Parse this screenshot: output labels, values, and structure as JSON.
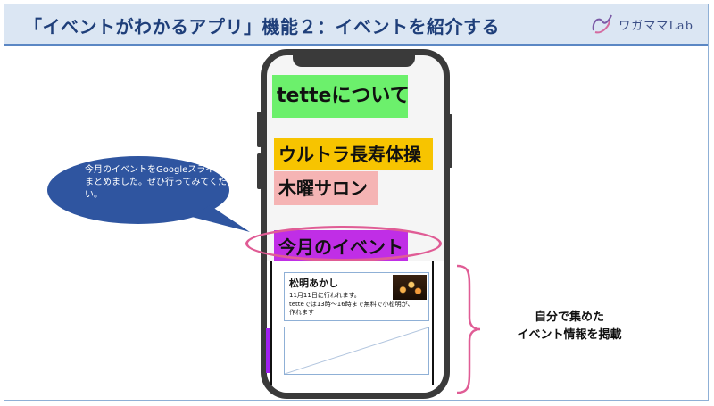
{
  "slide": {
    "title": "「イベントがわかるアプリ」機能２：イベントを紹介する",
    "logo_text": "ワガママLab"
  },
  "phone": {
    "tags": {
      "tette": "tetteについて",
      "ultra": "ウルトラ長寿体操",
      "mokuyo": "木曜サロン",
      "event": "今月のイベント"
    },
    "event_card": {
      "title": "松明あかし",
      "line1": "11月11日に行われます。",
      "line2": "tetteでは13時～16時まで無料で小松明が、",
      "line3": "作れます"
    }
  },
  "bubble": {
    "text": "今月のイベントをGoogleスライドにまとめました。ぜひ行ってみてください。"
  },
  "note": {
    "line1": "自分で集めた",
    "line2": "イベント情報を掲載"
  },
  "colors": {
    "header_bg": "#dbe6f3",
    "title_color": "#1f3f7a",
    "tette_tag": "#6cf06c",
    "ultra_tag": "#f7c400",
    "mokuyo_tag": "#f5b4b4",
    "event_tag": "#c02ee6",
    "highlight": "#e05c95",
    "bubble": "#2f55a0"
  }
}
